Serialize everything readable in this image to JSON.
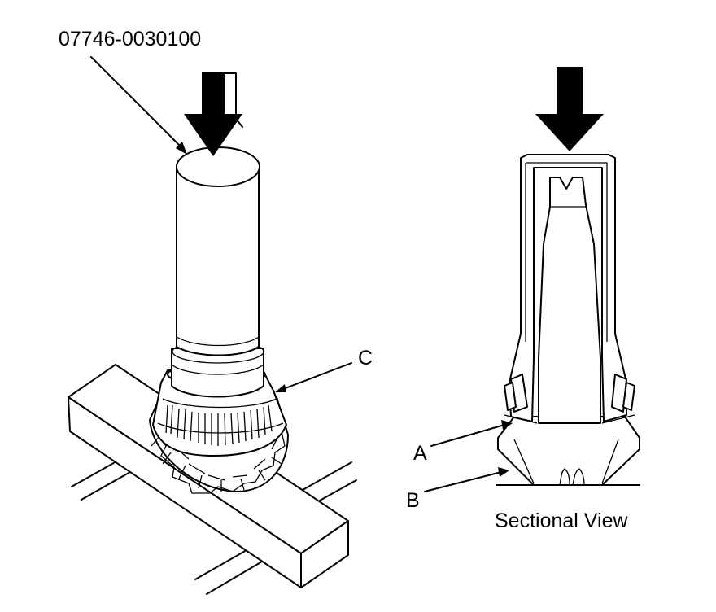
{
  "labels": {
    "tool_part_number": "07746-0030100",
    "callout_c": "C",
    "callout_a": "A",
    "callout_b": "B",
    "sectional_caption": "Sectional View"
  }
}
